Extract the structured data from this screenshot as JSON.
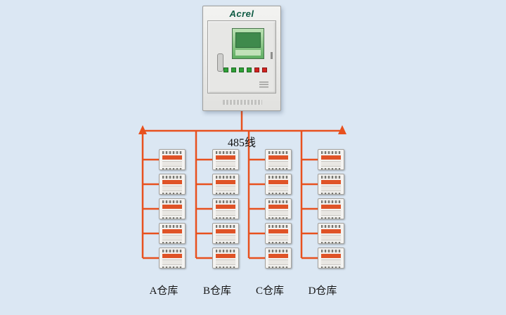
{
  "diagram": {
    "brand": "Acrel",
    "bus_label": "485线",
    "colors": {
      "background": "#dbe7f3",
      "line": "#e8511e",
      "device_stripe": "#df5327",
      "screen": "#5fae62"
    },
    "warehouses": [
      {
        "id": "A",
        "label": "A仓库",
        "devices": 5
      },
      {
        "id": "B",
        "label": "B仓库",
        "devices": 5
      },
      {
        "id": "C",
        "label": "C仓库",
        "devices": 5
      },
      {
        "id": "D",
        "label": "D仓库",
        "devices": 5
      }
    ]
  }
}
